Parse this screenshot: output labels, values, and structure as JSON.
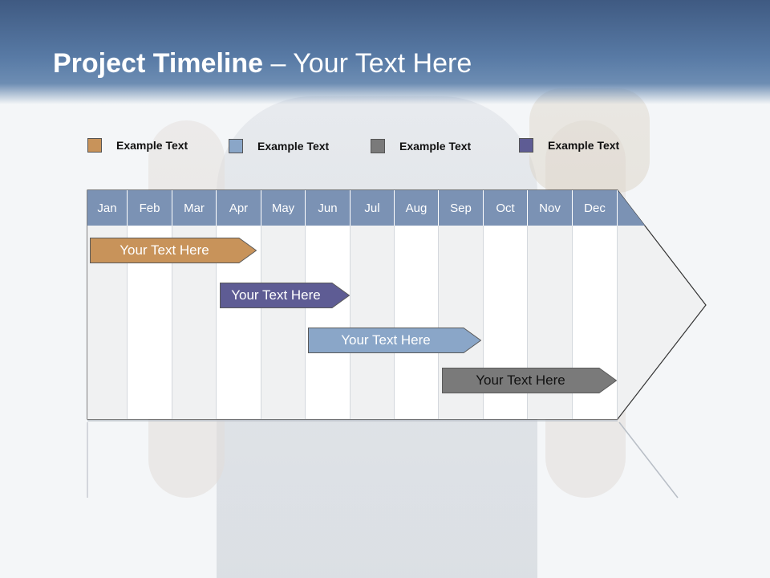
{
  "header": {
    "title_bold": "Project Timeline",
    "title_rest": " – Your Text Here"
  },
  "legend": [
    {
      "label": "Example Text",
      "color": "#c8935a"
    },
    {
      "label": "Example Text",
      "color": "#8aa6c8"
    },
    {
      "label": "Example Text",
      "color": "#7a7a7a"
    },
    {
      "label": "Example Text",
      "color": "#5e5c94"
    }
  ],
  "months": [
    "Jan",
    "Feb",
    "Mar",
    "Apr",
    "May",
    "Jun",
    "Jul",
    "Aug",
    "Sep",
    "Oct",
    "Nov",
    "Dec"
  ],
  "tasks": [
    {
      "label": "Your  Text Here",
      "color": "#c8935a",
      "text_color": "#ffffff"
    },
    {
      "label": "Your  Text Here",
      "color": "#5e5c94",
      "text_color": "#ffffff"
    },
    {
      "label": "Your  Text Here",
      "color": "#8aa6c8",
      "text_color": "#ffffff"
    },
    {
      "label": "Your  Text Here",
      "color": "#7a7a7a",
      "text_color": "#111111"
    }
  ],
  "colors": {
    "header_dark": "#3f5a82",
    "month_header": "#7b92b4"
  }
}
